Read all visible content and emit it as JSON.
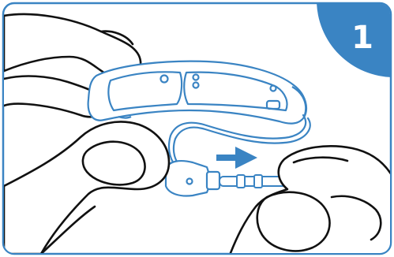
{
  "figure": {
    "step_number": "1",
    "colors": {
      "accent": "#3a84c3",
      "outline": "#111111",
      "device_outline": "#3a84c3",
      "background": "#ffffff"
    },
    "icons": [
      "step-badge",
      "hearing-aid",
      "receiver-wire",
      "cleaning-tool",
      "direction-arrow",
      "hands"
    ]
  }
}
